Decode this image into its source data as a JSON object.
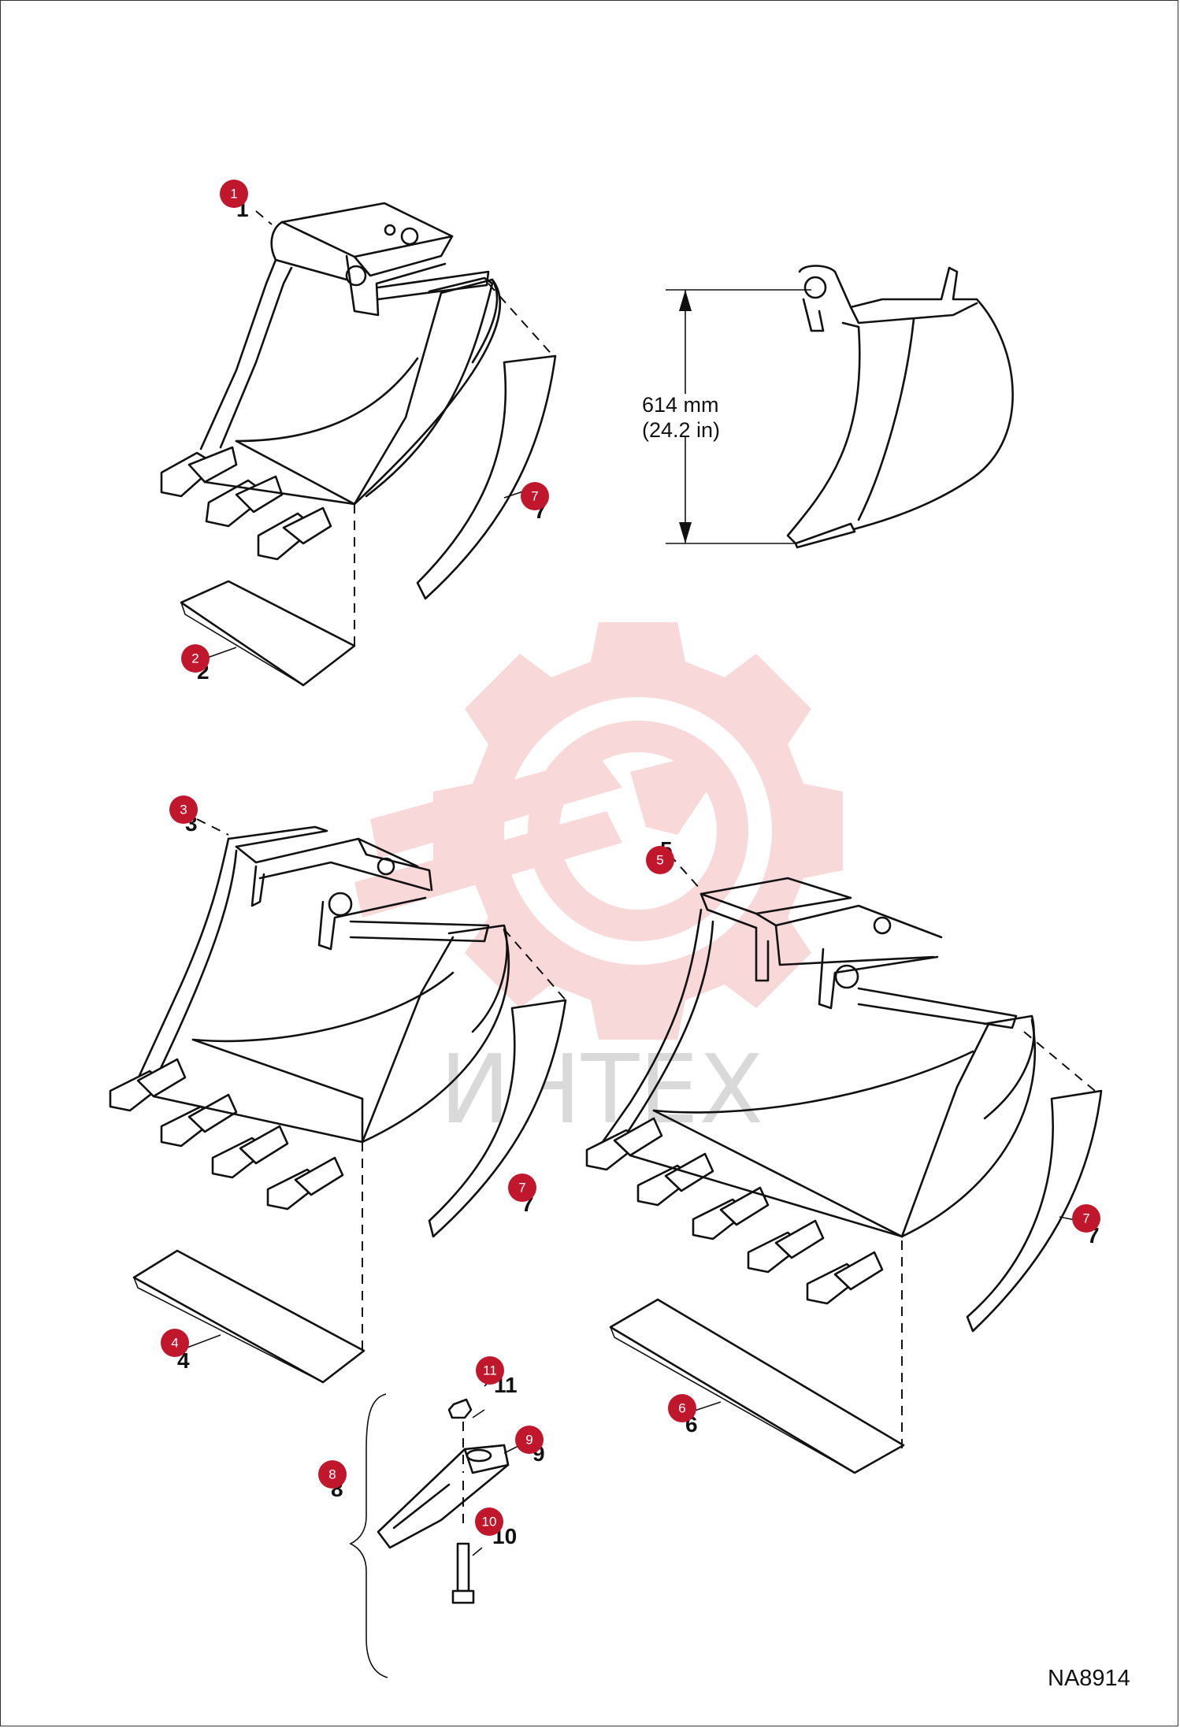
{
  "dimension": {
    "mm": "614 mm",
    "in": "(24.2 in)"
  },
  "watermark": {
    "text": "ИНТЕХ",
    "color": "#f3b9b9"
  },
  "document_id": "NA8914",
  "badge_color": "#c0172d",
  "callouts": [
    {
      "id": "1",
      "label": "1"
    },
    {
      "id": "2",
      "label": "2"
    },
    {
      "id": "3",
      "label": "3"
    },
    {
      "id": "4",
      "label": "4"
    },
    {
      "id": "5",
      "label": "5"
    },
    {
      "id": "6",
      "label": "6"
    },
    {
      "id": "7",
      "label": "7"
    },
    {
      "id": "8",
      "label": "8"
    },
    {
      "id": "9",
      "label": "9"
    },
    {
      "id": "10",
      "label": "10"
    },
    {
      "id": "11",
      "label": "11"
    }
  ]
}
